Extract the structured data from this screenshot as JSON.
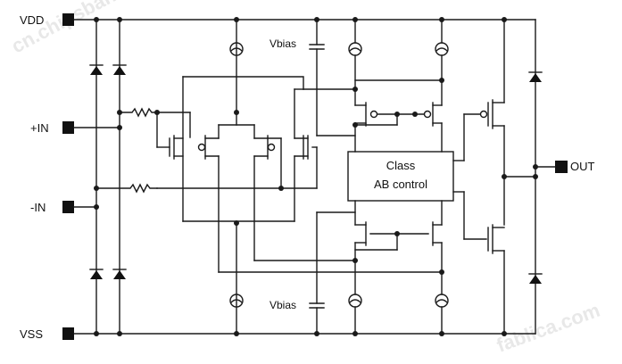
{
  "pins": {
    "vdd": "VDD",
    "vss": "VSS",
    "in_plus": "+IN",
    "in_minus": "-IN",
    "out": "OUT"
  },
  "bias": {
    "top": "Vbias",
    "bottom": "Vbias"
  },
  "control_block": {
    "line1": "Class",
    "line2": "AB control"
  },
  "watermarks": [
    "cn.chipsbank.com",
    "fablica.com"
  ]
}
